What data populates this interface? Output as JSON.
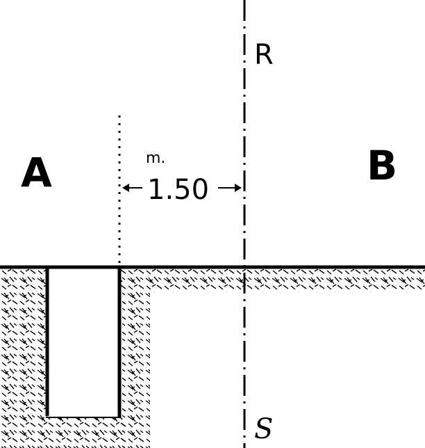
{
  "labels": {
    "zone_a": "A",
    "zone_b": "B",
    "line_top": "R",
    "line_bottom": "S",
    "unit": "m.",
    "distance": "1.50"
  }
}
